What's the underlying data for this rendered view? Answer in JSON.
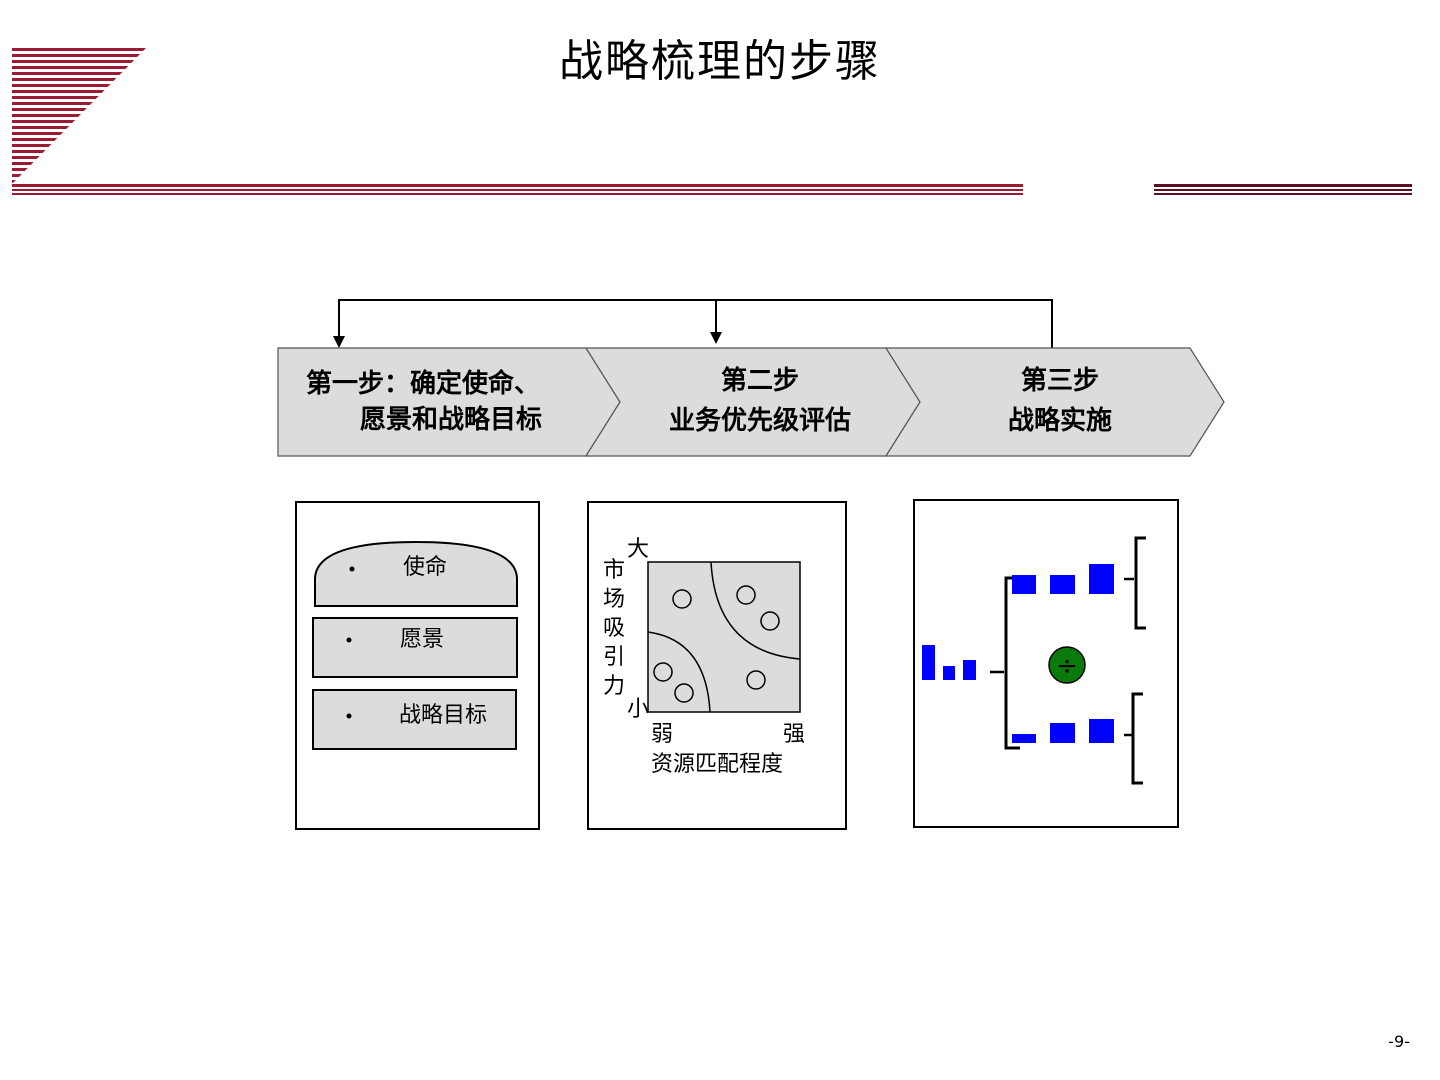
{
  "title": "战略梳理的步骤",
  "steps": [
    {
      "line1": "第一步：确定使命、",
      "line2": "愿景和战略目标"
    },
    {
      "line1": "第二步",
      "line2": "业务优先级评估"
    },
    {
      "line1": "第三步",
      "line2": "战略实施"
    }
  ],
  "panel1": {
    "items": [
      "使命",
      "愿景",
      "战略目标"
    ]
  },
  "panel2": {
    "y_axis": {
      "title_chars": [
        "市",
        "场",
        "吸",
        "引",
        "力"
      ],
      "high": "大",
      "low": "小"
    },
    "x_axis": {
      "title": "资源匹配程度",
      "low": "弱",
      "high": "强"
    }
  },
  "panel3": {
    "center_symbol": "÷"
  },
  "page_number": "-9-",
  "colors": {
    "brand": "#9B1B30",
    "chevron_fill": "#DCDCDC",
    "box_fill": "#DCDCDC",
    "blue": "#0000FF",
    "green": "#0A7A0A"
  }
}
